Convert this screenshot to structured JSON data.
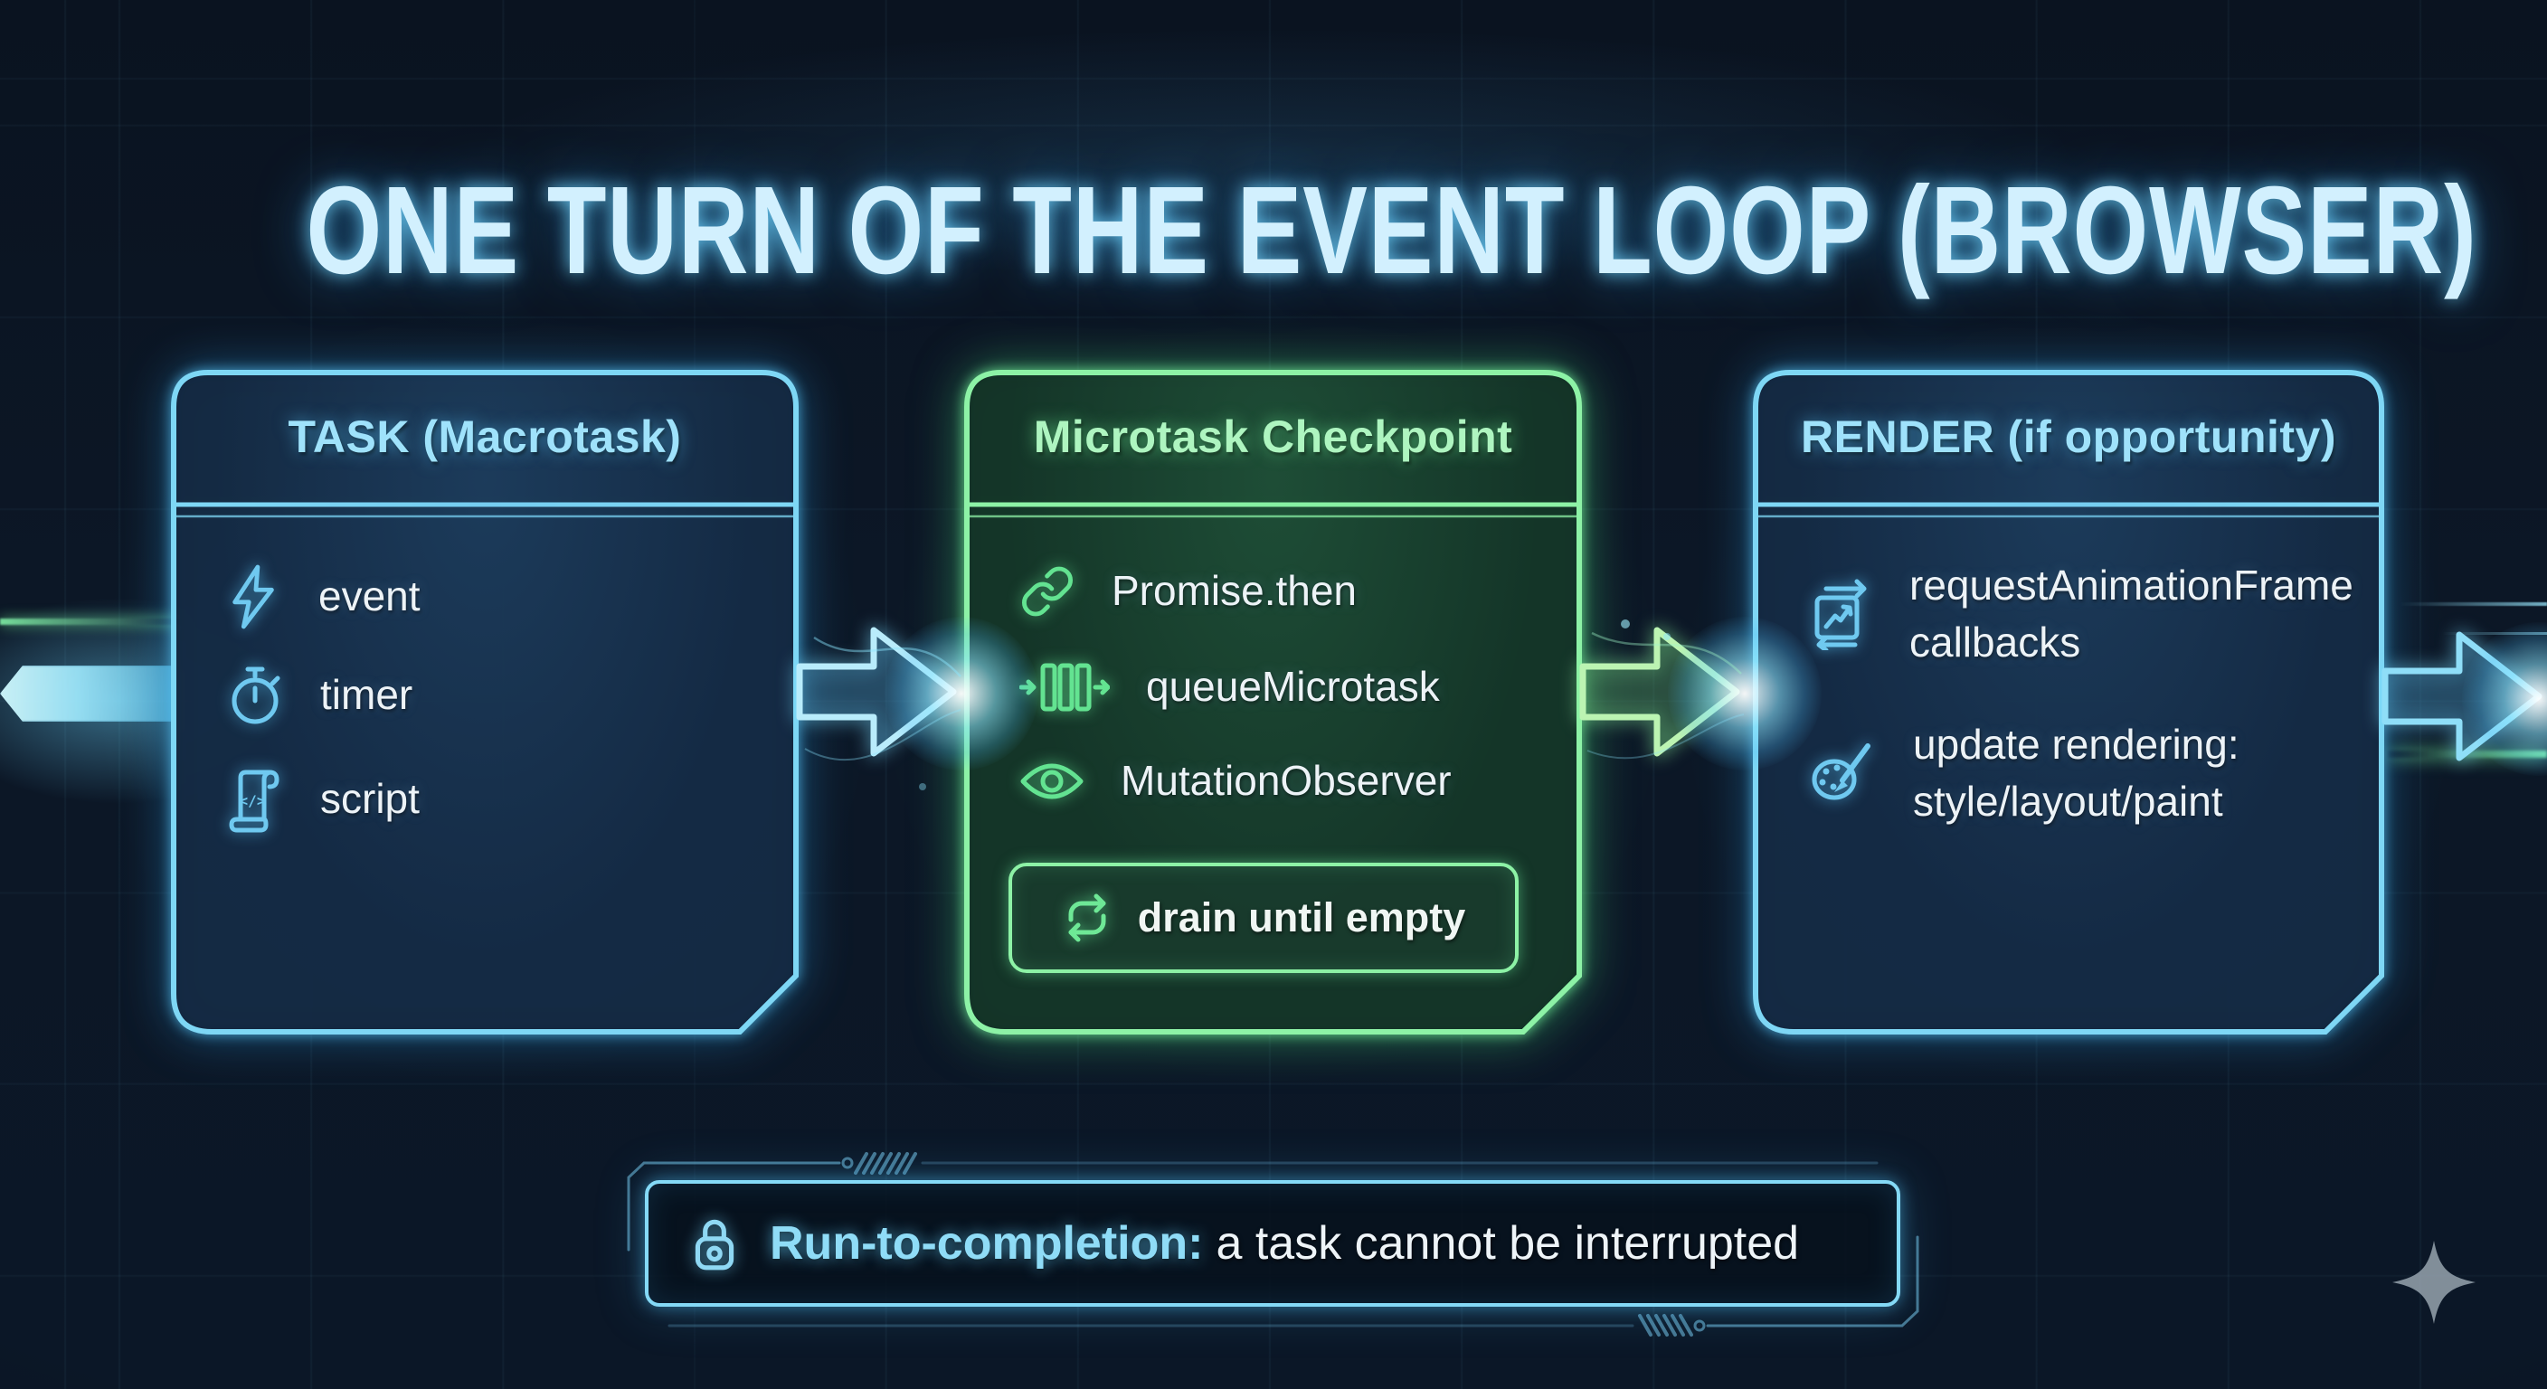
{
  "title": "ONE TURN OF THE EVENT LOOP (BROWSER)",
  "colors": {
    "background": "#0b1522",
    "cyan_accent": "#7ed7f5",
    "green_accent": "#8df2a6",
    "title_color": "#d2f0fe",
    "text_primary": "#edf3f7"
  },
  "panels": {
    "task": {
      "title": "TASK (Macrotask)",
      "items": [
        {
          "icon": "lightning-icon",
          "label": "event"
        },
        {
          "icon": "stopwatch-icon",
          "label": "timer"
        },
        {
          "icon": "script-icon",
          "label": "script"
        }
      ]
    },
    "microtask": {
      "title": "Microtask Checkpoint",
      "items": [
        {
          "icon": "link-icon",
          "label": "Promise.then"
        },
        {
          "icon": "queue-icon",
          "label": "queueMicrotask"
        },
        {
          "icon": "eye-icon",
          "label": "MutationObserver"
        }
      ],
      "badge": {
        "icon": "refresh-icon",
        "label": "drain until empty"
      }
    },
    "render": {
      "title": "RENDER (if opportunity)",
      "items": [
        {
          "icon": "frame-chart-icon",
          "lines": [
            "requestAnimationFrame",
            "callbacks"
          ]
        },
        {
          "icon": "palette-icon",
          "lines": [
            "update rendering:",
            "style/layout/paint"
          ]
        }
      ]
    }
  },
  "note": {
    "icon": "lock-icon",
    "highlight": "Run-to-completion:",
    "text": "a task cannot be interrupted"
  },
  "glyphs": {
    "code": "</>"
  },
  "decor": {
    "sparkle": "sparkle-icon",
    "flow_arrows": [
      "task-to-microtask",
      "microtask-to-render",
      "render-exit"
    ]
  }
}
